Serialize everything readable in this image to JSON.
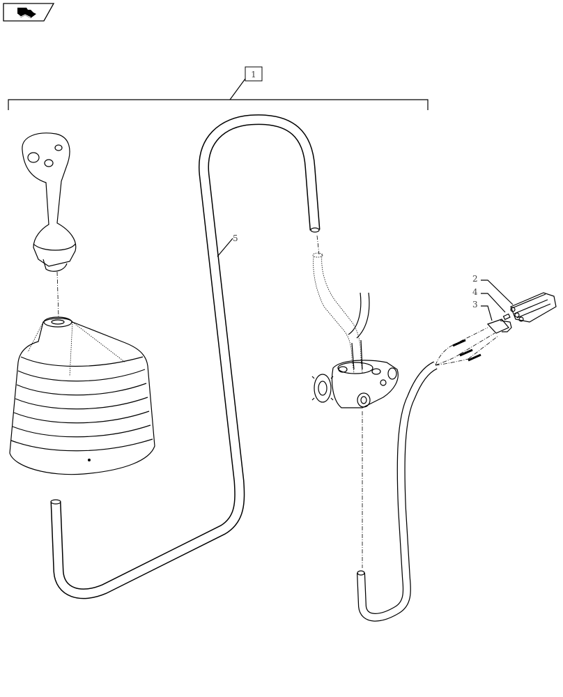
{
  "nav": {
    "icon": "page-flip-icon"
  },
  "callouts": {
    "assembly": "1",
    "connector": "2",
    "terminal_clip": "3",
    "seal": "4",
    "harness": "5"
  },
  "colors": {
    "line": "#000000",
    "label": "#444444",
    "background": "#ffffff"
  }
}
